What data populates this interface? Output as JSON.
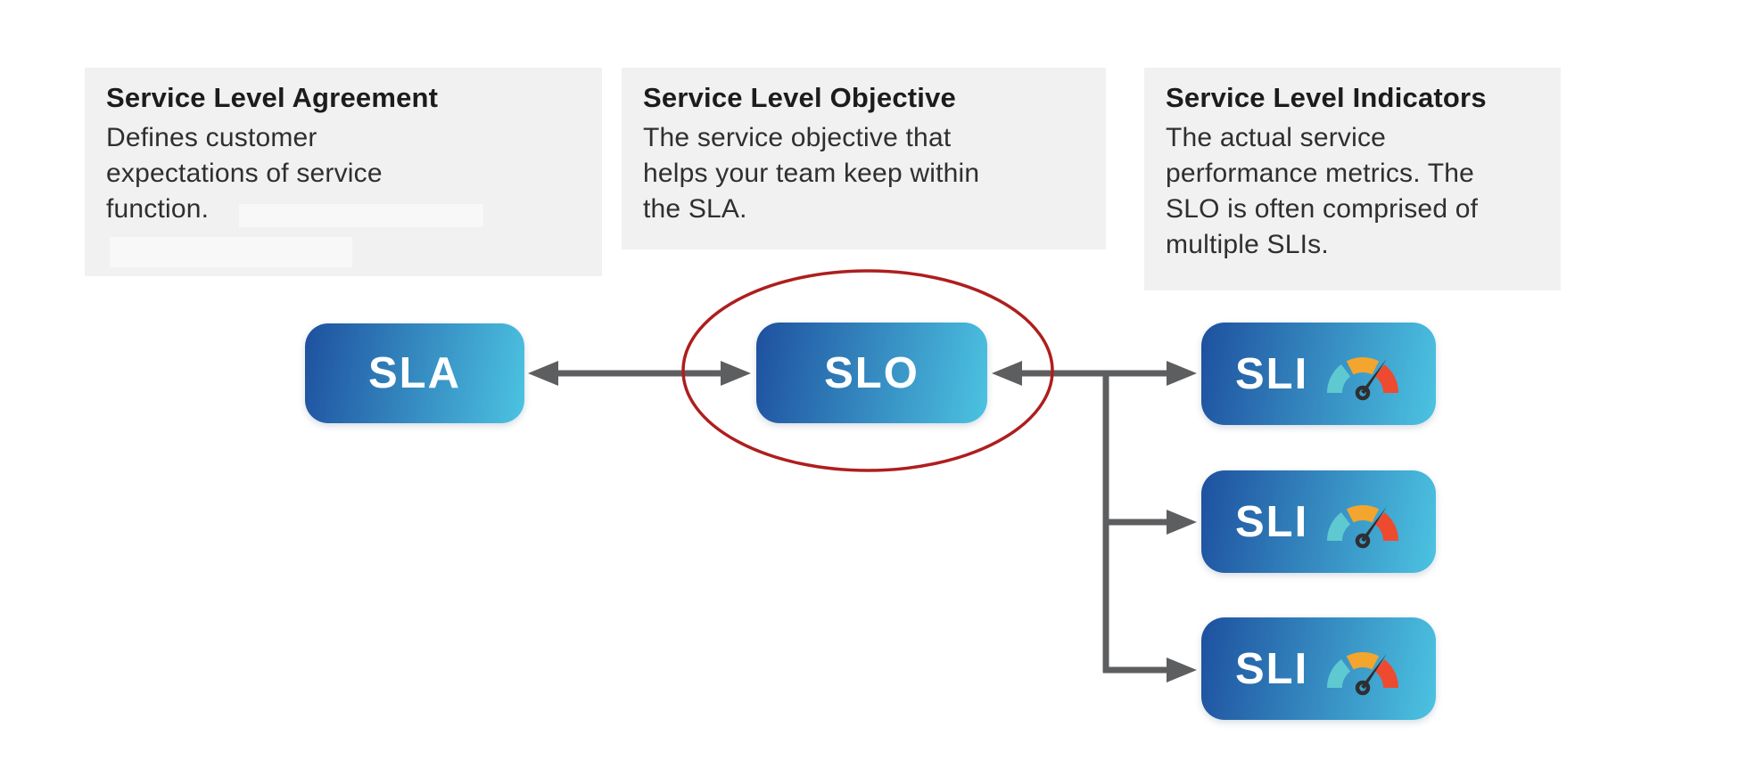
{
  "colors": {
    "node_grad_start": "#1e509f",
    "node_grad_end": "#4cc3e1",
    "node_text": "#ffffff",
    "arrow": "#5d5e60",
    "ellipse": "#ae1e1e",
    "desc_bg": "#f1f1f1",
    "redacted_bg": "#f8f8f8",
    "heading_text": "#1c1c1c",
    "body_text": "#2f2f2f",
    "gauge_teal": "#5fc9d2",
    "gauge_orange": "#f4a52d",
    "gauge_red": "#ee4a2f",
    "gauge_needle": "#2e2f31"
  },
  "descriptions": [
    {
      "title": "Service Level Agreement",
      "body": "Defines customer\nexpectations of service\nfunction."
    },
    {
      "title": "Service Level Objective",
      "body": "The service objective that\nhelps your team keep within\nthe SLA."
    },
    {
      "title": "Service Level Indicators",
      "body": "The actual service\nperformance metrics. The\nSLO is often comprised of\nmultiple SLIs."
    }
  ],
  "nodes": {
    "sla": "SLA",
    "slo": "SLO",
    "sli": "SLI"
  }
}
